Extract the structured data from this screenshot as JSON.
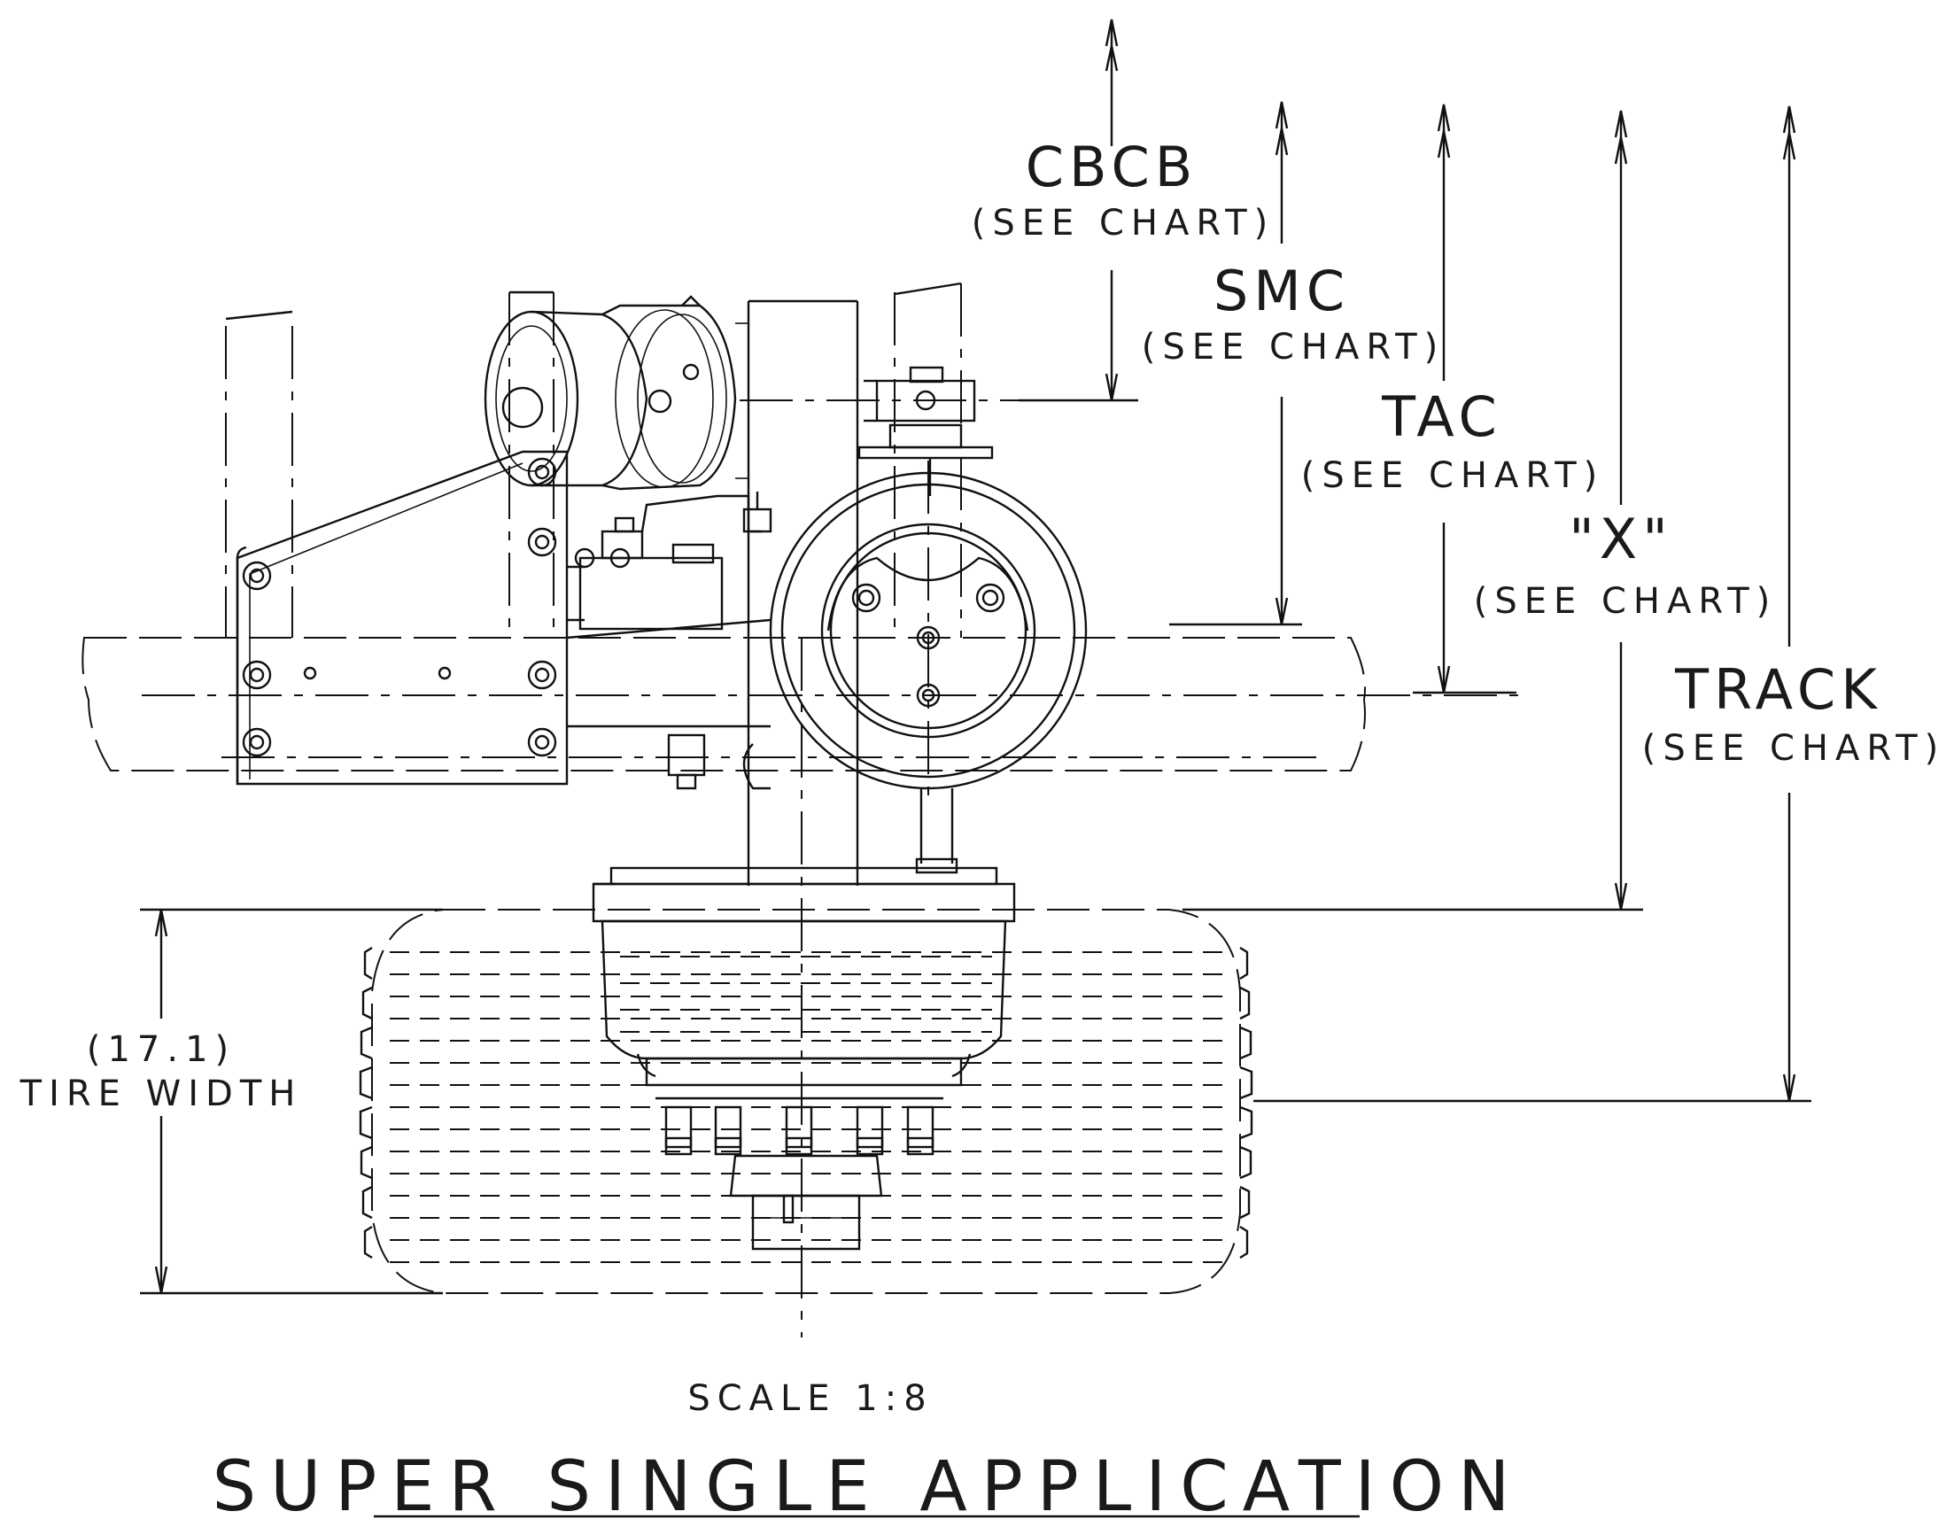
{
  "labels": {
    "cbcb": "CBCB",
    "cbcb_note": "(SEE CHART)",
    "smc": "SMC",
    "smc_note": "(SEE CHART)",
    "tac": "TAC",
    "tac_note": "(SEE CHART)",
    "x": "\"X\"",
    "x_note": "(SEE CHART)",
    "track": "TRACK",
    "track_note": "(SEE CHART)",
    "tire_width_value": "(17.1)",
    "tire_width_label": "TIRE WIDTH",
    "scale": "SCALE 1:8",
    "title": "SUPER SINGLE APPLICATION"
  }
}
